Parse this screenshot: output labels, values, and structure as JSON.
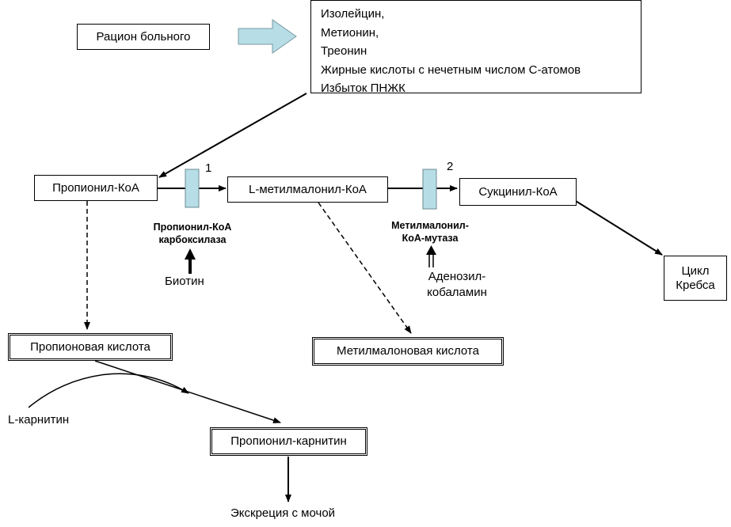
{
  "diet_box": "Рацион больного",
  "sources": [
    "Изолейцин,",
    "Метионин,",
    "Треонин",
    "Жирные кислоты с нечетным числом С-атомов",
    "Избыток ПНЖК"
  ],
  "nodes": {
    "propionyl_coa": "Пропионил-КоА",
    "l_methylmalonyl_coa": "L-метилмалонил-КоА",
    "succinyl_coa": "Сукцинил-КоА",
    "krebs_line1": "Цикл",
    "krebs_line2": "Кребса",
    "propionic_acid": "Пропионовая кислота",
    "methylmalonic_acid": "Метилмалоновая кислота",
    "propionyl_carnitine": "Пропионил-карнитин"
  },
  "enzymes": {
    "enzyme1_number": "1",
    "enzyme1_line1": "Пропионил-КоА",
    "enzyme1_line2": "карбоксилаза",
    "enzyme2_number": "2",
    "enzyme2_line1": "Метилмалонил-",
    "enzyme2_line2": "КоА-мутаза"
  },
  "cofactors": {
    "biotin": "Биотин",
    "adenosyl_line1": "Аденозил-",
    "adenosyl_line2": "кобаламин",
    "l_carnitine": "L-карнитин"
  },
  "excretion": "Экскреция с мочой",
  "colors": {
    "enzyme_block": "#b7dde6",
    "fat_arrow": "#b7dde6",
    "line": "#000000"
  }
}
